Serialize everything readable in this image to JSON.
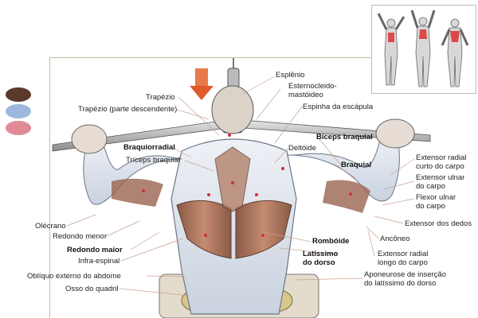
{
  "legend": {
    "colors": [
      "#5a3a2c",
      "#9cb8dc",
      "#e08a98"
    ]
  },
  "labels": {
    "trapezio": "Trapézio",
    "trapezio_desc": "Trapézio (parte descendente)",
    "esplenio": "Esplênio",
    "esterno_1": "Esternocleido-",
    "esterno_2": "mastóideo",
    "espinha": "Espinha da escápula",
    "braquiorradial": "Braquiorradial",
    "triceps": "Tríceps braquial",
    "deltoide": "Deltóide",
    "biceps": "Bíceps braquial",
    "braquial": "Braquial",
    "ext_radial_curto_1": "Extensor radial",
    "ext_radial_curto_2": "curto do carpo",
    "ext_ulnar_1": "Extensor ulnar",
    "ext_ulnar_2": "do carpo",
    "flexor_ulnar_1": "Flexor ulnar",
    "flexor_ulnar_2": "do carpo",
    "ext_dedos": "Extensor dos dedos",
    "olecrano": "Olécrano",
    "redondo_menor": "Redondo menor",
    "redondo_maior": "Redondo maior",
    "infra": "Infra-espinal",
    "obliquo": "Oblíquo externo do abdome",
    "osso": "Osso do quadril",
    "romboide": "Rombóide",
    "latissimo_1": "Latíssimo",
    "latissimo_2": "do dorso",
    "anconeo": "Ancôneo",
    "ext_radial_longo_1": "Extensor radial",
    "ext_radial_longo_2": "longo do carpo",
    "apon_1": "Aponeurose de inserção",
    "apon_2": "do latíssimo do dorso"
  }
}
